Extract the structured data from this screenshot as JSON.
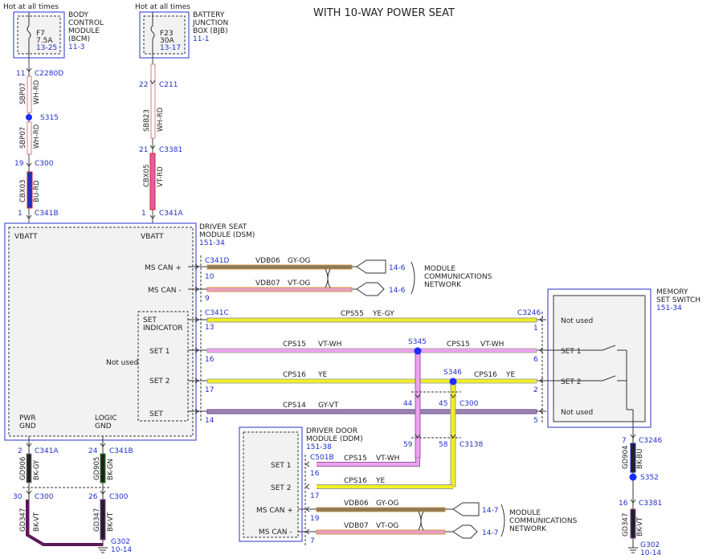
{
  "title": "WITH 10-WAY POWER SEAT",
  "colors": {
    "blue_ref": "#2330c8",
    "splice": "#1a2cff",
    "box_border": "#4a55d0"
  },
  "fuse_bcm": {
    "hot_label": "Hot at all times",
    "fuse": "F7",
    "rating": "7.5A",
    "ref": "13-25",
    "module": [
      "BODY",
      "CONTROL",
      "MODULE",
      "(BCM)"
    ],
    "module_ref": "11-3"
  },
  "fuse_bjb": {
    "hot_label": "Hot at all times",
    "fuse": "F23",
    "rating": "30A",
    "ref": "13-17",
    "module": [
      "BATTERY",
      "JUNCTION",
      "BOX (BJB)"
    ],
    "module_ref": "11-1"
  },
  "left_feed": {
    "pins": [
      "11",
      "19",
      "1"
    ],
    "connectors": [
      "C2280D",
      "C300",
      "C341B"
    ],
    "splice": "S315",
    "circuits": [
      {
        "id": "SBP07",
        "color": "WH-RD"
      },
      {
        "id": "SBP07",
        "color": "WH-RD"
      },
      {
        "id": "CBX03",
        "color": "BU-RD"
      }
    ]
  },
  "right_feed": {
    "pins": [
      "22",
      "21",
      "1"
    ],
    "connectors": [
      "C211",
      "C3381",
      "C341A"
    ],
    "circuits": [
      {
        "id": "SBB23",
        "color": "WH-RD"
      },
      {
        "id": "CBX05",
        "color": "VT-RD"
      }
    ]
  },
  "dsm": {
    "name": [
      "DRIVER SEAT",
      "MODULE (DSM)"
    ],
    "ref": "151-34",
    "vbatt_left": "VBATT",
    "vbatt_right": "VBATT",
    "ms_can_plus": "MS CAN +",
    "ms_can_minus": "MS CAN -",
    "set_indicator": [
      "SET",
      "INDICATOR"
    ],
    "not_used": "Not used",
    "set1": "SET 1",
    "set2": "SET 2",
    "set": "SET",
    "pwr_gnd": [
      "PWR",
      "GND"
    ],
    "logic_gnd": [
      "LOGIC",
      "GND"
    ],
    "conn_can": "C341D",
    "conn_set": "C341C",
    "pins": {
      "can_plus": "10",
      "can_minus": "9",
      "ind": "13",
      "set1": "16",
      "set2": "17",
      "set": "14"
    }
  },
  "can_dsm": [
    {
      "circuit": "VDB06",
      "color": "GY-OG",
      "ref": "14-6"
    },
    {
      "circuit": "VDB07",
      "color": "VT-OG",
      "ref": "14-6"
    }
  ],
  "network_label": [
    "MODULE",
    "COMMUNICATIONS",
    "NETWORK"
  ],
  "main_wires": [
    {
      "circuit": "CPS55",
      "color": "YE-GY",
      "pin_right": "1"
    },
    {
      "circuit": "CPS15",
      "color": "VT-WH",
      "circuit2": "CPS15",
      "color2": "VT-WH",
      "pin_right": "6"
    },
    {
      "circuit": "CPS16",
      "color": "YE",
      "circuit2": "CPS16",
      "color2": "YE",
      "pin_right": "2"
    },
    {
      "circuit": "CPS14",
      "color": "GY-VT",
      "pin_right": "5"
    }
  ],
  "conn_c3246": "C3246",
  "splices": {
    "s345": "S345",
    "s346": "S346"
  },
  "c300_pins": {
    "left": "44",
    "right": "45",
    "label": "C300"
  },
  "c3138_pins": {
    "left": "59",
    "right": "58",
    "label": "C3138"
  },
  "memory_switch": {
    "name": [
      "MEMORY",
      "SET SWITCH"
    ],
    "ref": "151-34",
    "not_used_top": "Not used",
    "set1": "SET 1",
    "set2": "SET 2",
    "not_used_bottom": "Not used"
  },
  "ddm": {
    "name": [
      "DRIVER DOOR",
      "MODULE (DDM)"
    ],
    "ref": "151-38",
    "set1": "SET 1",
    "set2": "SET 2",
    "ms_can_plus": "MS CAN +",
    "ms_can_minus": "MS CAN -",
    "conn": "C501B",
    "pins": {
      "set1": "16",
      "set2": "17",
      "can_plus": "19",
      "can_minus": "7"
    },
    "wires": [
      {
        "circuit": "CPS15",
        "color": "VT-WH"
      },
      {
        "circuit": "CPS16",
        "color": "YE"
      },
      {
        "circuit": "VDB06",
        "color": "GY-OG",
        "ref": "14-7"
      },
      {
        "circuit": "VDB07",
        "color": "VT-OG",
        "ref": "14-7"
      }
    ]
  },
  "ground_left": {
    "pins": [
      "2",
      "24",
      "30",
      "26"
    ],
    "connectors": [
      "C341A",
      "C341B",
      "C300",
      "C300"
    ],
    "circuits": [
      {
        "id": "GD906",
        "color": "BK-GY"
      },
      {
        "id": "GD905",
        "color": "BK-GN"
      },
      {
        "id": "GD347",
        "color": "BK-VT"
      },
      {
        "id": "GD347",
        "color": "BK-VT"
      }
    ],
    "ground": "G302",
    "ground_ref": "10-14"
  },
  "ground_right": {
    "pins": [
      "7",
      "16"
    ],
    "connectors": [
      "C3246",
      "C3381"
    ],
    "splice": "S352",
    "circuits": [
      {
        "id": "GD904",
        "color": "BK-BU"
      },
      {
        "id": "GD347",
        "color": "BK-VT"
      }
    ],
    "ground": "G302",
    "ground_ref": "10-14"
  }
}
